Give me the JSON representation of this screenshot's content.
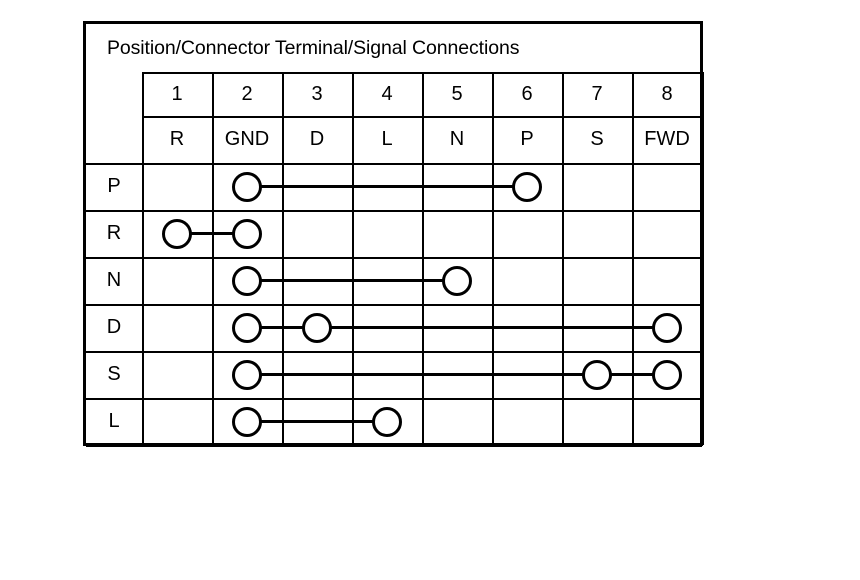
{
  "diagram": {
    "title": "Position/Connector Terminal/Signal Connections",
    "terminal_header_label": "terminal-numbers",
    "signal_header_label": "signal-names",
    "terminals": [
      "1",
      "2",
      "3",
      "4",
      "5",
      "6",
      "7",
      "8"
    ],
    "signals": [
      "R",
      "GND",
      "D",
      "L",
      "N",
      "P",
      "S",
      "FWD"
    ],
    "positions": [
      "P",
      "R",
      "N",
      "D",
      "S",
      "L"
    ],
    "connections": [
      {
        "position": "P",
        "terminals": [
          2,
          6
        ]
      },
      {
        "position": "R",
        "terminals": [
          1,
          2
        ]
      },
      {
        "position": "N",
        "terminals": [
          2,
          5
        ]
      },
      {
        "position": "D",
        "terminals": [
          2,
          3,
          8
        ]
      },
      {
        "position": "S",
        "terminals": [
          2,
          7,
          8
        ]
      },
      {
        "position": "L",
        "terminals": [
          2,
          4
        ]
      }
    ],
    "colors": {
      "frame": "#000000",
      "grid": "#000000",
      "node": "#000000",
      "background": "#ffffff"
    }
  }
}
